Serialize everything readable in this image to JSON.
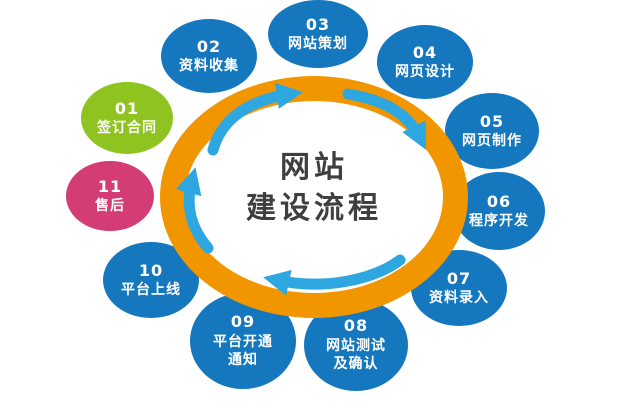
{
  "title": {
    "line1": "网站",
    "line2": "建设流程"
  },
  "colors": {
    "bubble_blue": "#1577be",
    "bubble_green": "#8fc31f",
    "bubble_pink": "#d43c75",
    "ring_orange": "#f29600",
    "arrow_blue": "#2ea7e0",
    "title_text": "#3f3f3f"
  },
  "steps": [
    {
      "num": "01",
      "lines": [
        "签订合同"
      ],
      "color": "#8fc31f"
    },
    {
      "num": "02",
      "lines": [
        "资料收集"
      ],
      "color": "#1577be"
    },
    {
      "num": "03",
      "lines": [
        "网站策划"
      ],
      "color": "#1577be"
    },
    {
      "num": "04",
      "lines": [
        "网页设计"
      ],
      "color": "#1577be"
    },
    {
      "num": "05",
      "lines": [
        "网页制作"
      ],
      "color": "#1577be"
    },
    {
      "num": "06",
      "lines": [
        "程序开发"
      ],
      "color": "#1577be"
    },
    {
      "num": "07",
      "lines": [
        "资料录入"
      ],
      "color": "#1577be"
    },
    {
      "num": "08",
      "lines": [
        "网站测试",
        "及确认"
      ],
      "color": "#1577be"
    },
    {
      "num": "09",
      "lines": [
        "平台开通",
        "通知"
      ],
      "color": "#1577be"
    },
    {
      "num": "10",
      "lines": [
        "平台上线"
      ],
      "color": "#1577be"
    },
    {
      "num": "11",
      "lines": [
        "售后"
      ],
      "color": "#d43c75"
    }
  ]
}
